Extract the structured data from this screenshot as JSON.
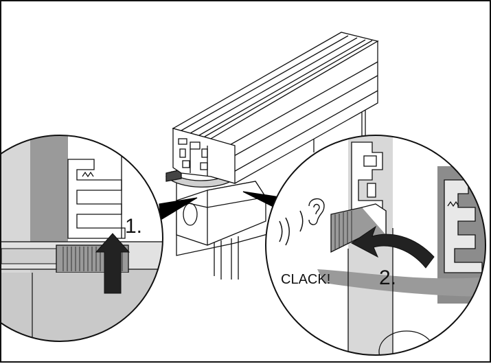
{
  "labels": {
    "step1": "1.",
    "step2": "2.",
    "sound": "CLACK!"
  },
  "colors": {
    "stroke": "#111111",
    "light_gray": "#e6e6e6",
    "mid_gray": "#bdbdbd",
    "dark_gray": "#8a8a8a",
    "arrow": "#222222"
  },
  "icons": [
    "ear-icon",
    "sound-wave-icon",
    "up-arrow-icon",
    "curved-arrow-icon"
  ]
}
